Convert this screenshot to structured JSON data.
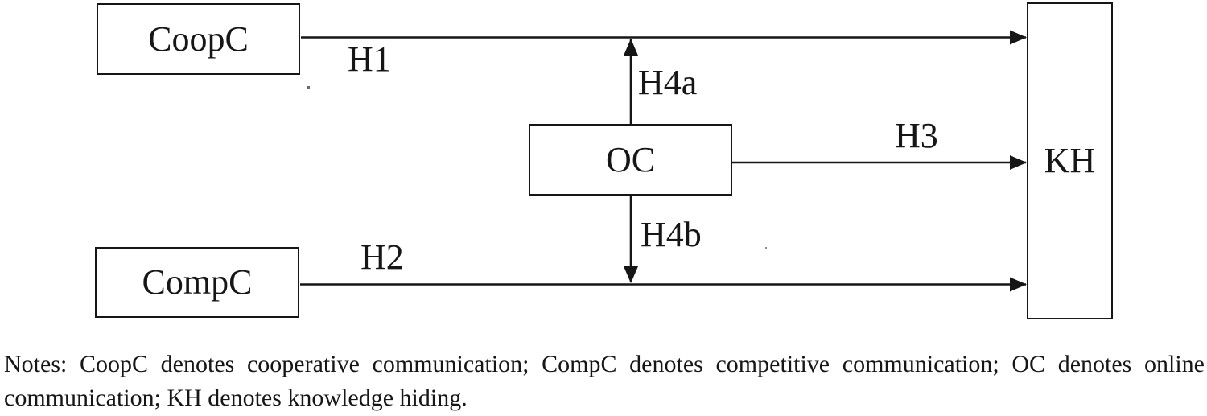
{
  "figure": {
    "nodes": [
      {
        "id": "coopc",
        "label": "CoopC"
      },
      {
        "id": "compc",
        "label": "CompC"
      },
      {
        "id": "oc",
        "label": "OC"
      },
      {
        "id": "kh",
        "label": "KH"
      }
    ],
    "edges": [
      {
        "id": "h1",
        "label": "H1",
        "from": "CoopC",
        "to": "KH"
      },
      {
        "id": "h2",
        "label": "H2",
        "from": "CompC",
        "to": "KH"
      },
      {
        "id": "h3",
        "label": "H3",
        "from": "OC",
        "to": "KH"
      },
      {
        "id": "h4a",
        "label": "H4a",
        "from": "OC",
        "to": "CoopC-KH path"
      },
      {
        "id": "h4b",
        "label": "H4b",
        "from": "OC",
        "to": "CompC-KH path"
      }
    ],
    "colors": {
      "stroke": "#161616",
      "text": "#161616",
      "background": "#ffffff"
    }
  },
  "notes": "Notes: CoopC denotes cooperative communication; CompC denotes competitive communication; OC denotes online communication; KH denotes knowledge hiding."
}
